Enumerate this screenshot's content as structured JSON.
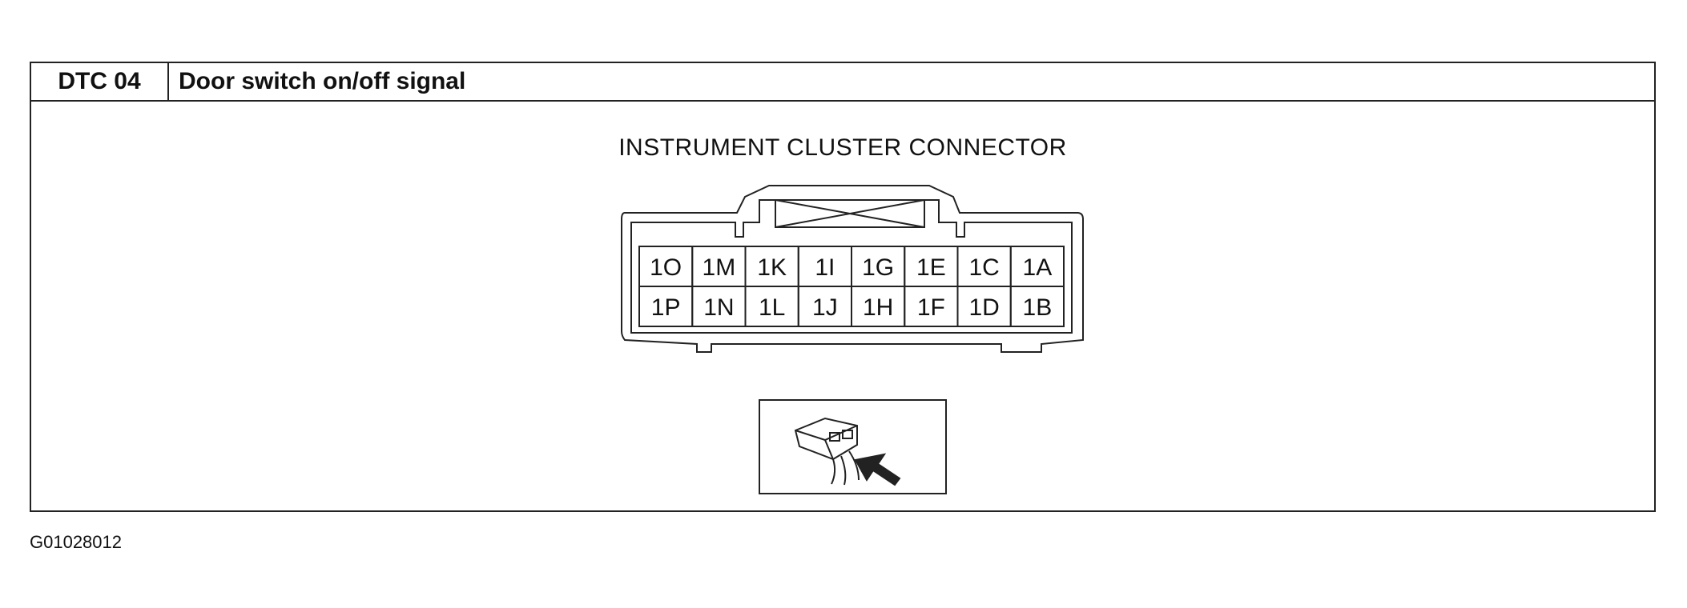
{
  "header": {
    "dtc_code": "DTC 04",
    "title": "Door switch on/off signal"
  },
  "diagram": {
    "caption": "INSTRUMENT CLUSTER CONNECTOR",
    "pins_top": [
      "1O",
      "1M",
      "1K",
      "1I",
      "1G",
      "1E",
      "1C",
      "1A"
    ],
    "pins_bottom": [
      "1P",
      "1N",
      "1L",
      "1J",
      "1H",
      "1F",
      "1D",
      "1B"
    ],
    "view_icon": "harness-side-view-arrow-icon"
  },
  "footer": {
    "figure_id": "G01028012"
  }
}
